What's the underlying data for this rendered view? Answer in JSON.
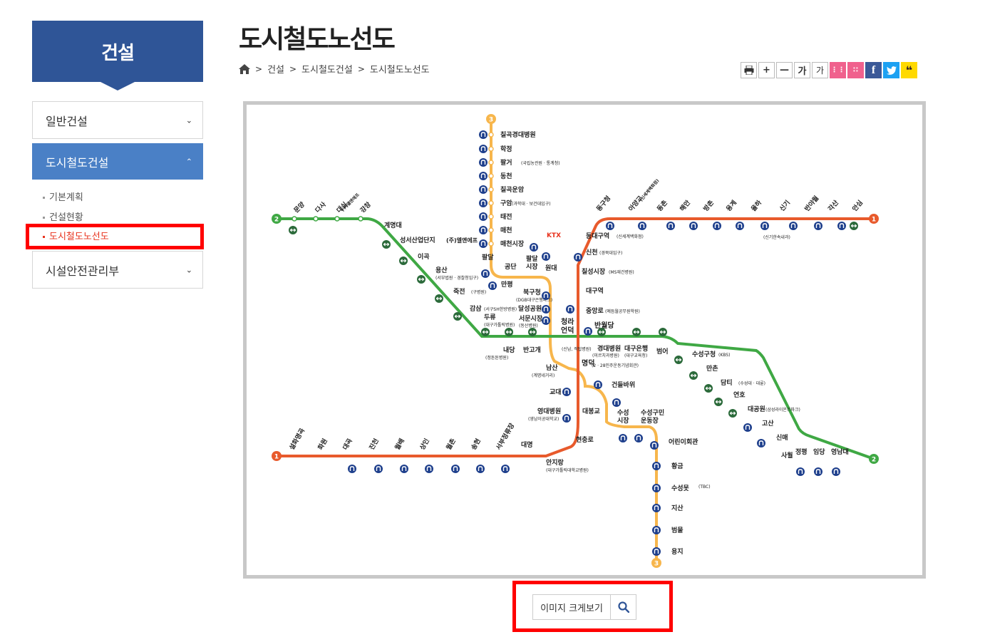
{
  "sidebar": {
    "title": "건설",
    "menu": [
      {
        "label": "일반건설"
      },
      {
        "label": "도시철도건설"
      },
      {
        "label": "시설안전관리부"
      }
    ],
    "submenu": [
      {
        "label": "기본계획"
      },
      {
        "label": "건설현황"
      },
      {
        "label": "도시철도노선도"
      }
    ]
  },
  "main": {
    "title": "도시철도노선도",
    "breadcrumb": [
      "건설",
      "도시철도건설",
      "도시철도노선도"
    ],
    "tools": {
      "font_larger": "가",
      "font_smaller": "가",
      "facebook": "f"
    },
    "zoom_label": "이미지 크게보기"
  },
  "colors": {
    "line1": "#e85a2c",
    "line2": "#3fa844",
    "line3": "#f7b64c",
    "brand": "#2f5597",
    "active": "#4a80c6",
    "highlight": "#ff0000"
  },
  "map": {
    "line_numbers": {
      "line1": "1",
      "line2": "2",
      "line3": "3"
    },
    "line3_stations": [
      "칠곡경대병원",
      "학정",
      "팔거",
      "동천",
      "칠곡운암",
      "구암",
      "태전",
      "매천",
      "매천시장",
      "팔달",
      "공단",
      "만평",
      "팔달시장",
      "원대",
      "북구청",
      "달성공원",
      "서문시장",
      "청라언덕",
      "남산",
      "명덕",
      "건들바위",
      "대봉교",
      "수성시장",
      "수성구민운동장",
      "어린이회관",
      "황금",
      "수성못",
      "지산",
      "범물",
      "용지"
    ],
    "line2_stations": [
      "문양",
      "다사",
      "대실",
      "강창",
      "계명대",
      "성서산업단지",
      "이곡",
      "용산",
      "죽전",
      "감삼",
      "두류",
      "내당",
      "반고개",
      "청라언덕",
      "반월당",
      "경대병원",
      "대구은행",
      "범어",
      "수성구청",
      "만촌",
      "담티",
      "연호",
      "대공원",
      "고산",
      "신매",
      "사월",
      "정평",
      "임당",
      "영남대"
    ],
    "line1_stations": [
      "동구청",
      "아양교",
      "동촌",
      "해안",
      "방촌",
      "용계",
      "율하",
      "신기",
      "반야월",
      "각산",
      "안심",
      "동대구역",
      "신천",
      "칠성시장",
      "대구역",
      "중앙로",
      "반월당",
      "명덕",
      "교대",
      "영대병원",
      "현충로",
      "안지랑",
      "대명",
      "서부정류장",
      "송현",
      "월촌",
      "상인",
      "월배",
      "진천",
      "대곡",
      "화원",
      "설화명곡"
    ],
    "notes": {
      "sungseo": "(주)엘앤에프",
      "yongsan": "(서부법원 · 경찰청입구)",
      "jukjeon": "(구병원)",
      "gamsam": "(서구SH한방병원)",
      "duryu": "(대구가톨릭병원)",
      "naedang": "(정튼튼병원)",
      "bukgu": "(DGB대구은행파크)",
      "seomun": "(동산병원)",
      "cheongna": "(신남, 적탑병원)",
      "kyungdae": "(미르치과병원)",
      "daegubank": "(대구교육청)",
      "namsan": "(계명네거리)",
      "myeongdeok": "(2 · 28민주운동기념회관)",
      "dongdaegu": "(신세계백화점)",
      "sincheon": "(경북대입구)",
      "chilseong": "(MS재건병원)",
      "jungangno": "(예듬월공무원학원)",
      "suseonggu": "(KBS)",
      "damti": "(수성대 · 대륜)",
      "daegongwon": "(삼성라이온즈파크)",
      "suseongmot": "(TBC)",
      "yeongdae": "(영남이공대학교)",
      "anjirang": "(대구가톨릭대학교병원)",
      "singi": "(신기한속내과)",
      "palgeo": "(국립농관원 · 통계청)",
      "guam": "(과학대 · 보건대입구)",
      "ktx": "KTX"
    }
  }
}
